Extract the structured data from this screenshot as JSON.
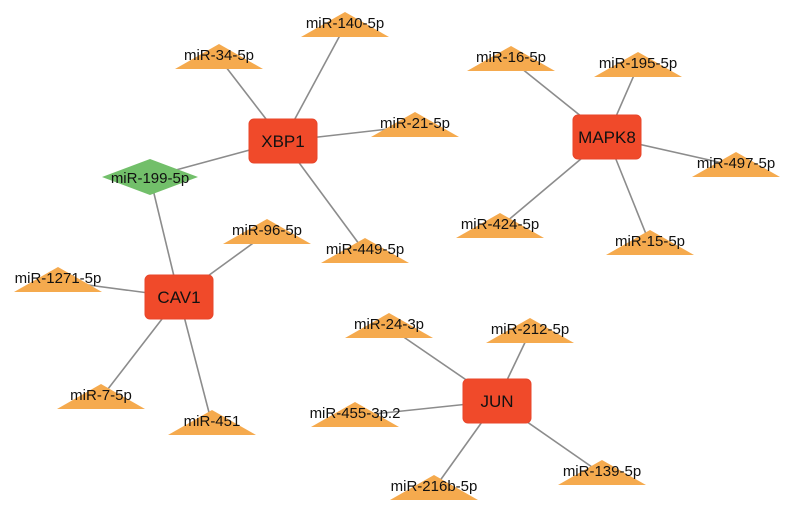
{
  "colors": {
    "gene_fill": "#f04a2a",
    "gene_stroke": "#e8452a",
    "mirna_fill": "#f5aa4e",
    "shared_mirna_fill": "#72bf6a",
    "edge": "#8c8c8c",
    "label": "#111111"
  },
  "nodes": [
    {
      "id": "XBP1",
      "label": "XBP1",
      "kind": "gene"
    },
    {
      "id": "MAPK8",
      "label": "MAPK8",
      "kind": "gene"
    },
    {
      "id": "CAV1",
      "label": "CAV1",
      "kind": "gene"
    },
    {
      "id": "JUN",
      "label": "JUN",
      "kind": "gene"
    },
    {
      "id": "miR-199-5p",
      "label": "miR-199-5p",
      "kind": "shared-mirna"
    },
    {
      "id": "miR-34-5p",
      "label": "miR-34-5p",
      "kind": "mirna"
    },
    {
      "id": "miR-140-5p",
      "label": "miR-140-5p",
      "kind": "mirna"
    },
    {
      "id": "miR-21-5p",
      "label": "miR-21-5p",
      "kind": "mirna"
    },
    {
      "id": "miR-449-5p",
      "label": "miR-449-5p",
      "kind": "mirna"
    },
    {
      "id": "miR-16-5p",
      "label": "miR-16-5p",
      "kind": "mirna"
    },
    {
      "id": "miR-195-5p",
      "label": "miR-195-5p",
      "kind": "mirna"
    },
    {
      "id": "miR-497-5p",
      "label": "miR-497-5p",
      "kind": "mirna"
    },
    {
      "id": "miR-424-5p",
      "label": "miR-424-5p",
      "kind": "mirna"
    },
    {
      "id": "miR-15-5p",
      "label": "miR-15-5p",
      "kind": "mirna"
    },
    {
      "id": "miR-96-5p",
      "label": "miR-96-5p",
      "kind": "mirna"
    },
    {
      "id": "miR-1271-5p",
      "label": "miR-1271-5p",
      "kind": "mirna"
    },
    {
      "id": "miR-7-5p",
      "label": "miR-7-5p",
      "kind": "mirna"
    },
    {
      "id": "miR-451",
      "label": "miR-451",
      "kind": "mirna"
    },
    {
      "id": "miR-24-3p",
      "label": "miR-24-3p",
      "kind": "mirna"
    },
    {
      "id": "miR-212-5p",
      "label": "miR-212-5p",
      "kind": "mirna"
    },
    {
      "id": "miR-455-3p.2",
      "label": "miR-455-3p.2",
      "kind": "mirna"
    },
    {
      "id": "miR-216b-5p",
      "label": "miR-216b-5p",
      "kind": "mirna"
    },
    {
      "id": "miR-139-5p",
      "label": "miR-139-5p",
      "kind": "mirna"
    }
  ],
  "edges": [
    {
      "source": "XBP1",
      "target": "miR-34-5p"
    },
    {
      "source": "XBP1",
      "target": "miR-140-5p"
    },
    {
      "source": "XBP1",
      "target": "miR-21-5p"
    },
    {
      "source": "XBP1",
      "target": "miR-449-5p"
    },
    {
      "source": "XBP1",
      "target": "miR-199-5p"
    },
    {
      "source": "CAV1",
      "target": "miR-199-5p"
    },
    {
      "source": "CAV1",
      "target": "miR-96-5p"
    },
    {
      "source": "CAV1",
      "target": "miR-1271-5p"
    },
    {
      "source": "CAV1",
      "target": "miR-7-5p"
    },
    {
      "source": "CAV1",
      "target": "miR-451"
    },
    {
      "source": "MAPK8",
      "target": "miR-16-5p"
    },
    {
      "source": "MAPK8",
      "target": "miR-195-5p"
    },
    {
      "source": "MAPK8",
      "target": "miR-497-5p"
    },
    {
      "source": "MAPK8",
      "target": "miR-424-5p"
    },
    {
      "source": "MAPK8",
      "target": "miR-15-5p"
    },
    {
      "source": "JUN",
      "target": "miR-24-3p"
    },
    {
      "source": "JUN",
      "target": "miR-212-5p"
    },
    {
      "source": "JUN",
      "target": "miR-455-3p.2"
    },
    {
      "source": "JUN",
      "target": "miR-216b-5p"
    },
    {
      "source": "JUN",
      "target": "miR-139-5p"
    }
  ]
}
